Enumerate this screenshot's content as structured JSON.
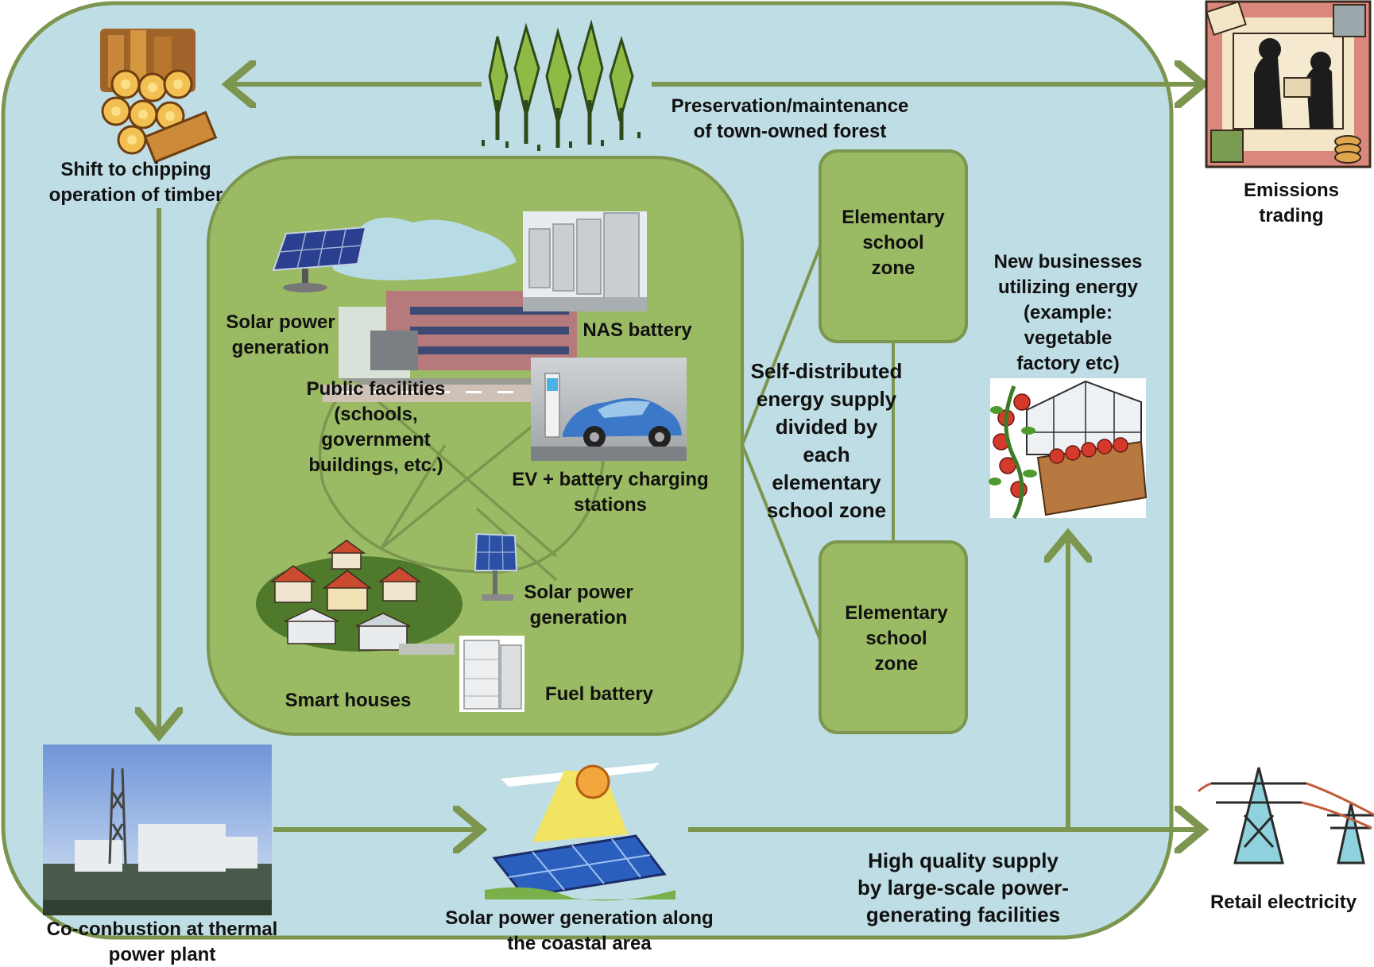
{
  "outer_region": {
    "colors": {
      "fill": "#bfdde4",
      "stroke": "#7c9650",
      "inner_fill": "#9aba63",
      "arrow": "#7c9650"
    }
  },
  "labels": {
    "chipping": "Shift to chipping\noperation of timber",
    "forest": "Preservation/maintenance\nof town-owned forest",
    "emissions": "Emissions\ntrading",
    "solar_power_top": "Solar power\ngeneration",
    "nas_battery": "NAS battery",
    "public_facilities": "Public  facilities\n(schools,\ngovernment\nbuildings, etc.)",
    "ev_charging": "EV + battery charging\nstations",
    "solar_power_bottom": "Solar power\ngeneration",
    "smart_houses": "Smart houses",
    "fuel_battery": "Fuel battery",
    "self_distributed": "Self-distributed\nenergy supply\ndivided by\neach\nelementary\nschool zone",
    "zone_top": "Elementary\nschool\nzone",
    "zone_bottom": "Elementary\nschool\nzone",
    "new_businesses": "New businesses\nutilizing energy\n(example:\nvegetable\nfactory etc)",
    "thermal_plant": "Co-conbustion at thermal\npower plant",
    "coastal_solar": "Solar power generation along\nthe coastal area",
    "high_quality": "High quality supply\nby large-scale power-\ngenerating facilities",
    "retail": "Retail electricity"
  },
  "icons": [
    "timber-logs-icon",
    "forest-trees-icon",
    "emissions-trading-icon",
    "solar-panel-icon",
    "nas-battery-photo",
    "school-building-icon",
    "ev-charger-photo",
    "smart-houses-icon",
    "fuel-battery-icon",
    "vegetable-factory-icon",
    "thermal-plant-photo",
    "coastal-solar-icon",
    "power-pylon-icon"
  ]
}
